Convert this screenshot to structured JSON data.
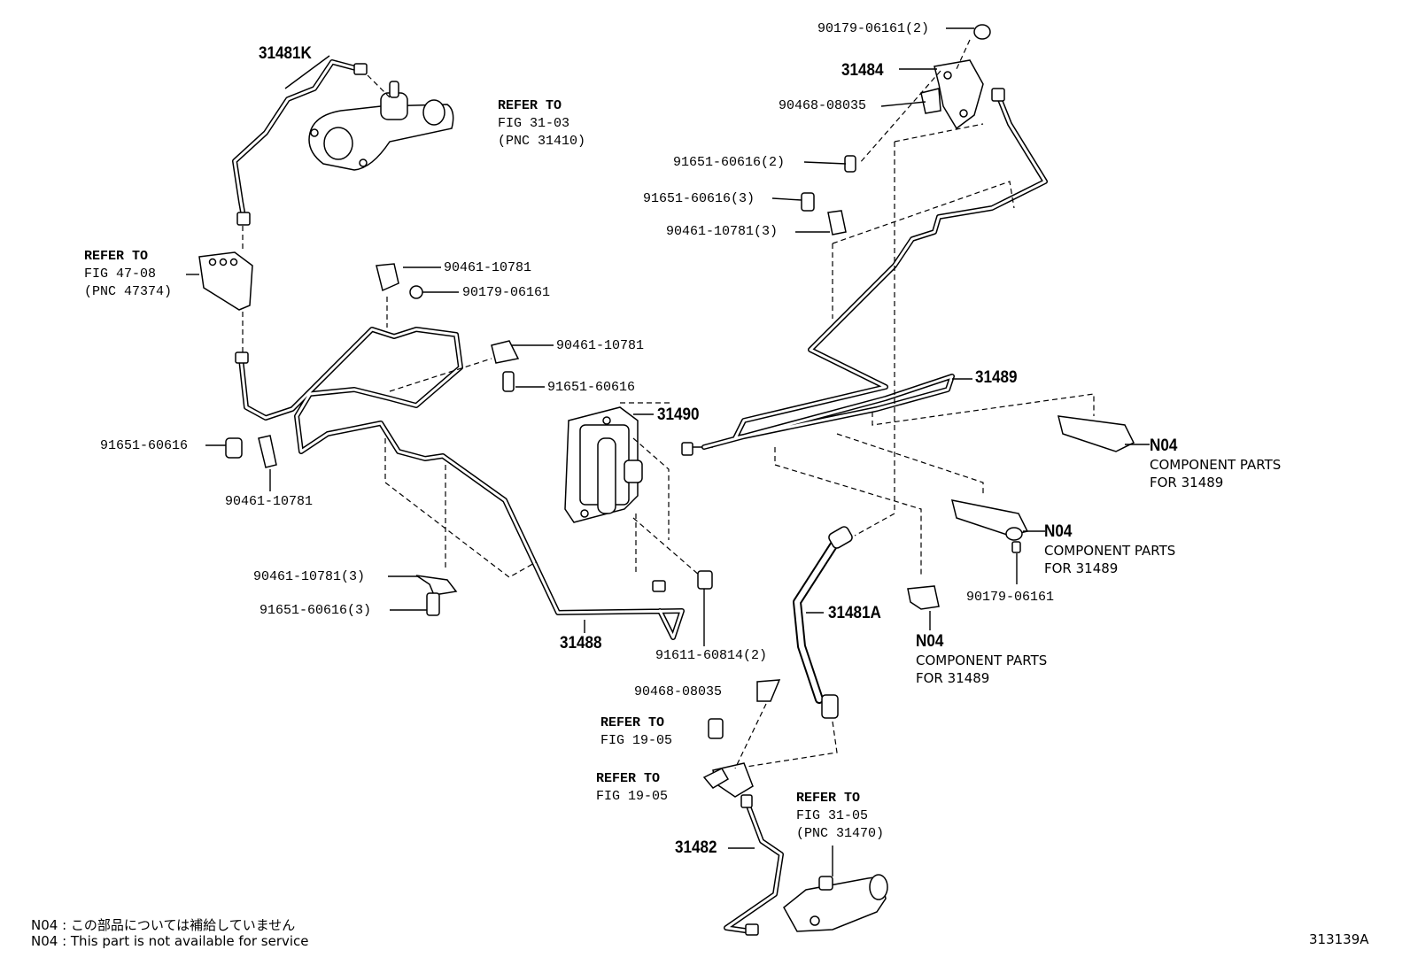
{
  "diagram_id": "313139A",
  "notes": {
    "jp": "N04 : この部品については補給していません",
    "en": "N04 : This part is not available for service"
  },
  "labels": {
    "p31481K": "31481K",
    "p31484": "31484",
    "p31489": "31489",
    "p31490": "31490",
    "p31488": "31488",
    "p31481A": "31481A",
    "p31482": "31482",
    "bolt_90179_06161_2": "90179-06161(2)",
    "clamp_90468_08035_top": "90468-08035",
    "bolt_91651_60616_2": "91651-60616(2)",
    "bolt_91651_60616_3_top": "91651-60616(3)",
    "clamp_90461_10781_3_top": "90461-10781(3)",
    "clamp_90461_10781_a": "90461-10781",
    "bolt_90179_06161_a": "90179-06161",
    "clamp_90461_10781_b": "90461-10781",
    "bolt_91651_60616_b": "91651-60616",
    "bolt_91651_60616_c": "91651-60616",
    "clamp_90461_10781_c": "90461-10781",
    "clamp_90461_10781_3_bot": "90461-10781(3)",
    "bolt_91651_60616_3_bot": "91651-60616(3)",
    "bolt_91611_60814_2": "91611-60814(2)",
    "clamp_90468_08035_bot": "90468-08035",
    "bolt_90179_06161_right": "90179-06161"
  },
  "refers": {
    "fig_31_03": [
      "REFER TO",
      "FIG 31-03",
      "(PNC 31410)"
    ],
    "fig_47_08": [
      "REFER TO",
      "FIG 47-08",
      "(PNC 47374)"
    ],
    "fig_19_05_a": [
      "REFER TO",
      "FIG 19-05"
    ],
    "fig_19_05_b": [
      "REFER TO",
      "FIG 19-05"
    ],
    "fig_31_05": [
      "REFER TO",
      "FIG 31-05",
      "(PNC 31470)"
    ]
  },
  "n04": {
    "code": "N04",
    "line1": "COMPONENT PARTS",
    "line2": "FOR 31489"
  }
}
